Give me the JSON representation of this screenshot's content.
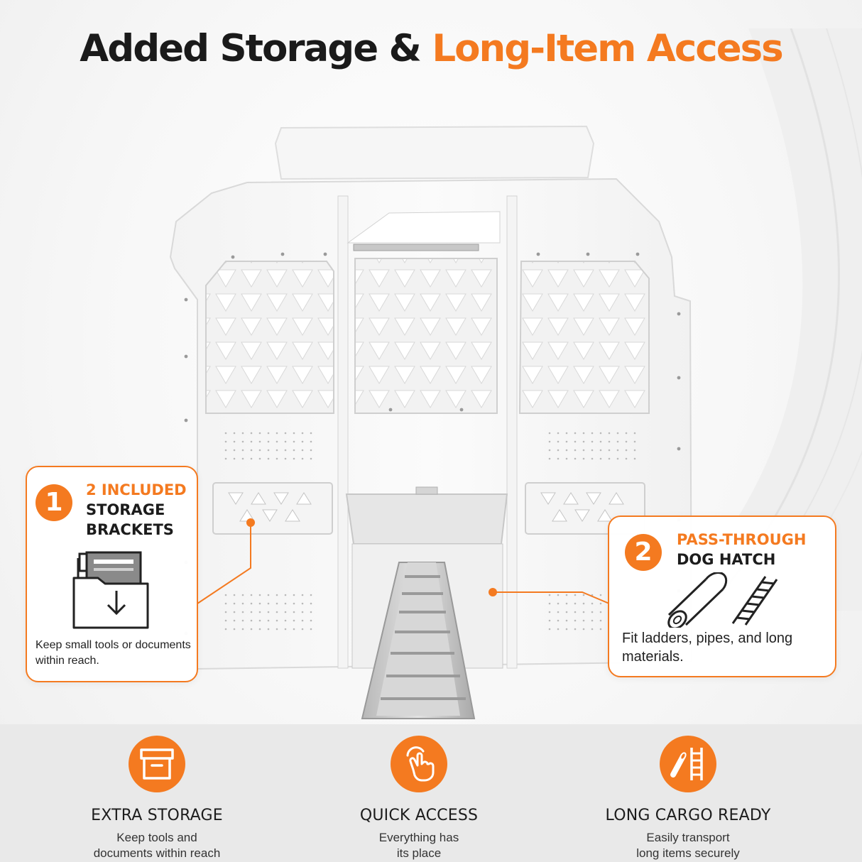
{
  "headline": {
    "part1": "Added Storage &",
    "part2": "Long-Item Access"
  },
  "callouts": [
    {
      "number": "1",
      "title_orange": "2 INCLUDED",
      "title_dark_line1": "STORAGE",
      "title_dark_line2": "BRACKETS",
      "icon": "folder-download-icon",
      "description": "Keep small tools or documents within reach."
    },
    {
      "number": "2",
      "title_orange": "PASS-THROUGH",
      "title_dark_line1": "DOG HATCH",
      "icon": "pipe-and-ladder-icon",
      "description": "Fit ladders, pipes, and long materials."
    }
  ],
  "features": [
    {
      "icon": "storage-box-icon",
      "title": "EXTRA STORAGE",
      "description_line1": "Keep tools and",
      "description_line2": "documents within reach"
    },
    {
      "icon": "hand-tap-icon",
      "title": "QUICK ACCESS",
      "description_line1": "Everything has",
      "description_line2": "its place"
    },
    {
      "icon": "ladder-pipe-icon",
      "title": "LONG CARGO READY",
      "description_line1": "Easily transport",
      "description_line2": "long items securely"
    }
  ],
  "colors": {
    "accent": "#f47a20",
    "text_dark": "#1a1a1a",
    "band": "#e9e9e9",
    "partition": "#fafafa"
  }
}
